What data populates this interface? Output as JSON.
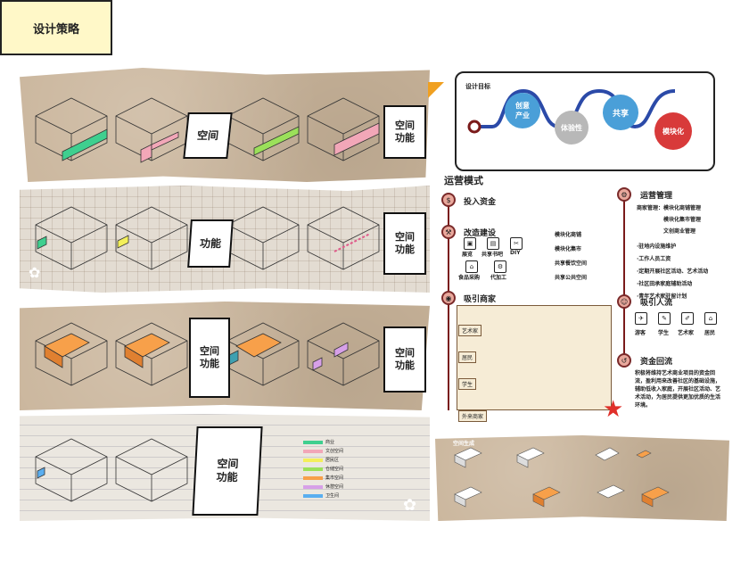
{
  "title": "设计策略",
  "rows": {
    "row1": {
      "tag1": "空间",
      "tag2": "空间\n功能"
    },
    "row2": {
      "tag1": "功能",
      "tag2": "空间\n功能"
    },
    "row3": {
      "tag1": "空间\n功能",
      "tag2": "空间\n功能"
    },
    "row4": {
      "tag1": "空间\n功能"
    }
  },
  "legend": [
    {
      "label": "商业",
      "color": "#3fcf8f"
    },
    {
      "label": "文创空间",
      "color": "#f2a7b8"
    },
    {
      "label": "居民区",
      "color": "#f3ef5a"
    },
    {
      "label": "仓储空间",
      "color": "#9be05a"
    },
    {
      "label": "集市空间",
      "color": "#f7a04a"
    },
    {
      "label": "休憩空间",
      "color": "#d7a0e8"
    },
    {
      "label": "卫生间",
      "color": "#5aaef0"
    }
  ],
  "goal": {
    "label": "设计目标",
    "circle1": "创意\n产业",
    "circle2": "体验性",
    "circle3": "共享",
    "circle4": "模块化"
  },
  "ops": {
    "title": "运营模式",
    "invest": "投入资金",
    "build": "改造建设",
    "build_items": [
      "展览",
      "共享书吧",
      "DIY",
      "食品采购",
      "代加工"
    ],
    "modules": [
      "模块化商铺",
      "模块化集市",
      "共享餐饮空间",
      "共享公共空间"
    ],
    "attract": "吸引商家",
    "merchant_tags": [
      "艺术家",
      "居民",
      "学生",
      "外来商家"
    ],
    "manage": "运营管理",
    "manage_lines": [
      "商家管理：模块化商铺管理",
      "模块化集市管理",
      "文创商业管理",
      "·驻地内设施维护",
      "·工作人员工资",
      "·定期开展社区活动、艺术活动",
      "·社区田承家庭辅助活动",
      "·青年艺术家驻留计划"
    ],
    "people": "吸引人流",
    "people_items": [
      "游客",
      "学生",
      "艺术家",
      "居民"
    ],
    "fund": "资金回流",
    "fund_text": "积极将维持艺术商业项目的资金回流，盈利用来改善社区的基础设施，辅助低收入家庭，开展社区活动、艺术活动，为居民提供更加优质的生活环境。"
  },
  "bottom": {
    "label": "空间生成"
  }
}
